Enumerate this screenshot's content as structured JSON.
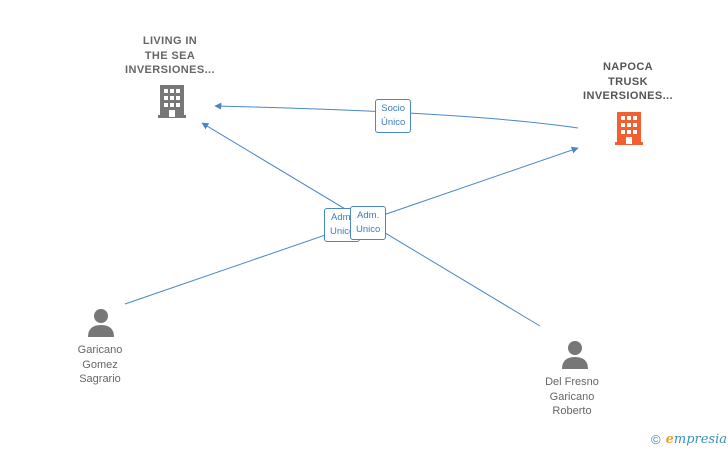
{
  "nodes": {
    "living": {
      "label": "LIVING IN\nTHE SEA\nINVERSIONES...",
      "icon": "building-icon",
      "color": "#777777"
    },
    "napoca": {
      "label": "NAPOCA\nTRUSK\nINVERSIONES...",
      "icon": "building-icon",
      "color": "#f06030"
    },
    "garicano": {
      "label": "Garicano\nGomez\nSagrario",
      "icon": "person-icon",
      "color": "#777777"
    },
    "delfresno": {
      "label": "Del Fresno\nGaricano\nRoberto",
      "icon": "person-icon",
      "color": "#777777"
    }
  },
  "edges": {
    "socio": {
      "label": "Socio\nÚnico"
    },
    "adm_back": {
      "label": "Adm.\nUnico"
    },
    "adm_front": {
      "label": "Adm.\nUnico"
    }
  },
  "edge_color": "#4a86c8",
  "watermark": {
    "symbol": "©",
    "brand_first": "e",
    "brand_rest": "mpresia"
  }
}
